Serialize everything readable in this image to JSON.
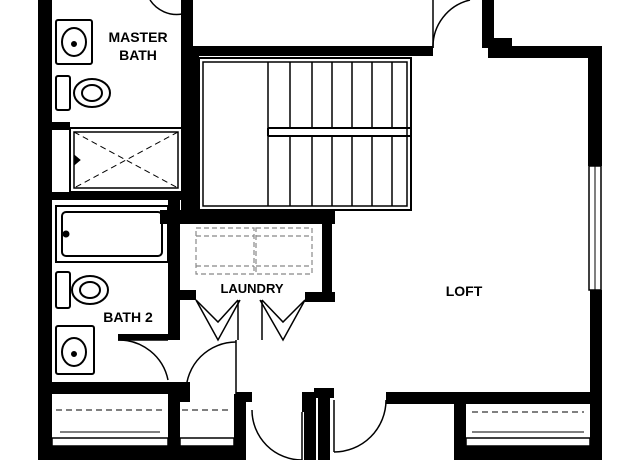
{
  "rooms": {
    "master_bath_line1": "MASTER",
    "master_bath_line2": "BATH",
    "laundry": "LAUNDRY",
    "bath2": "BATH 2",
    "loft": "LOFT"
  },
  "colors": {
    "wall": "#000000",
    "fixture": "#000000",
    "appliance_dash": "#888888",
    "background": "#ffffff"
  }
}
